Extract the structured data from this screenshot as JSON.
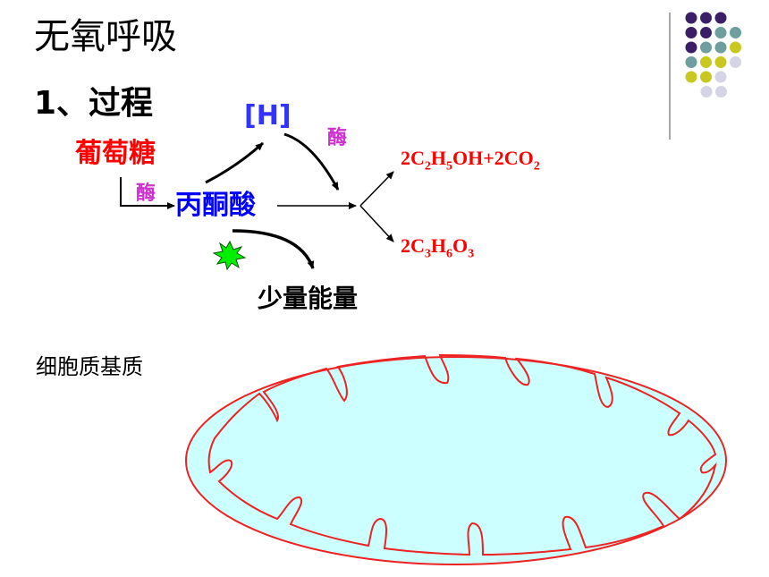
{
  "slide": {
    "title": "无氧呼吸",
    "subtitle": "1、过程"
  },
  "diagram": {
    "glucose": "葡萄糖",
    "pyruvate": "丙酮酸",
    "h": "[H]",
    "enzyme_top": "酶",
    "enzyme_left": "酶",
    "energy": "少量能量",
    "product_1": {
      "parts": [
        {
          "t": "2C"
        },
        {
          "s": "2"
        },
        {
          "t": "H"
        },
        {
          "s": "5"
        },
        {
          "t": "OH+2CO"
        },
        {
          "s": "2"
        }
      ]
    },
    "product_2": {
      "parts": [
        {
          "t": "2C"
        },
        {
          "s": "3"
        },
        {
          "t": "H"
        },
        {
          "s": "6"
        },
        {
          "t": "O"
        },
        {
          "s": "3"
        }
      ]
    },
    "cytoplasm_label": "细胞质基质"
  },
  "colors": {
    "glucose": "#ff0000",
    "pyruvate": "#0000ff",
    "h": "#3333ff",
    "enzyme": "#cc33cc",
    "product": "#ff0000",
    "burst": "#00ee00",
    "mito_outline": "#ee2222",
    "mito_fill": "#ccffff",
    "dot_purple": "#3b1f66",
    "dot_teal": "#6e9e9e",
    "dot_yellow": "#c8c820",
    "dot_lavender": "#d4d4e6"
  },
  "decor": {
    "dots": [
      [
        "purple",
        "purple",
        "purple"
      ],
      [
        "purple",
        "purple",
        "teal",
        "teal"
      ],
      [
        "purple",
        "teal",
        "teal",
        "yellow"
      ],
      [
        "teal",
        "yellow",
        "yellow",
        "lavender"
      ],
      [
        "yellow",
        "yellow",
        "lavender"
      ],
      [
        "lavender",
        "lavender"
      ]
    ]
  }
}
